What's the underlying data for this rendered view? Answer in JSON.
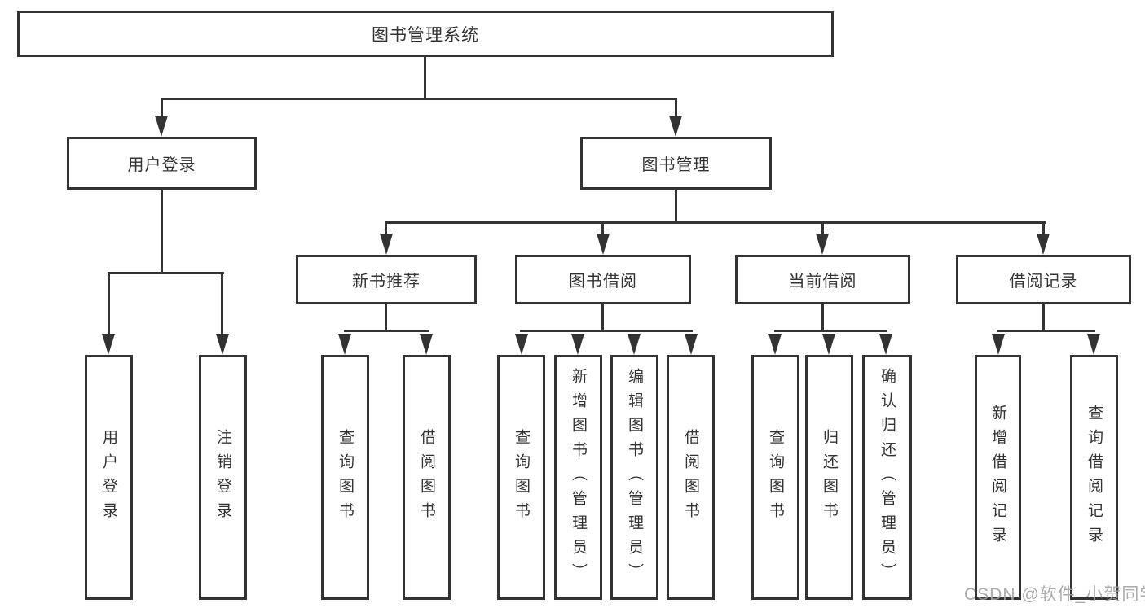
{
  "diagram": {
    "type": "hierarchy-tree",
    "tree": {
      "label": "图书管理系统",
      "children": [
        {
          "label": "用户登录",
          "children": [
            {
              "label": "用户登录"
            },
            {
              "label": "注销登录"
            }
          ]
        },
        {
          "label": "图书管理",
          "children": [
            {
              "label": "新书推荐",
              "children": [
                {
                  "label": "查询图书"
                },
                {
                  "label": "借阅图书"
                }
              ]
            },
            {
              "label": "图书借阅",
              "children": [
                {
                  "label": "查询图书"
                },
                {
                  "label": "新增图书（管理员）"
                },
                {
                  "label": "编辑图书（管理员）"
                },
                {
                  "label": "借阅图书"
                }
              ]
            },
            {
              "label": "当前借阅",
              "children": [
                {
                  "label": "查询图书"
                },
                {
                  "label": "归还图书"
                },
                {
                  "label": "确认归还（管理员）"
                }
              ]
            },
            {
              "label": "借阅记录",
              "children": [
                {
                  "label": "新增借阅记录"
                },
                {
                  "label": "查询借阅记录"
                }
              ]
            }
          ]
        }
      ]
    },
    "colors": {
      "line": "#333333",
      "box_background": "#ffffff",
      "watermark": "#a2a2a2"
    },
    "watermark": "CSDN @软件_小贺同学"
  }
}
